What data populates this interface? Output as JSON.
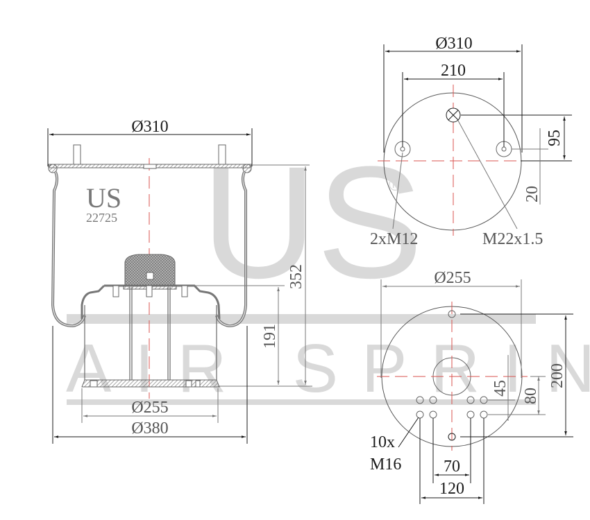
{
  "watermark": {
    "brand": "US",
    "subtitle": "AIR SPRING",
    "registered_mark": "®",
    "color": "#d9d9d9"
  },
  "part_label": {
    "brand": "US",
    "part_number": "22725"
  },
  "side_view": {
    "top_diameter": "Ø310",
    "height_total": "352",
    "piston_height": "191",
    "piston_diameter": "Ø255",
    "base_diameter": "Ø380"
  },
  "top_plate_view": {
    "outer_diameter": "Ø310",
    "bolt_spacing": "210",
    "air_inlet_offset": "95",
    "bolt_offset": "20",
    "bolt_callout": "2xM12",
    "air_inlet_callout": "M22x1.5"
  },
  "bottom_piston_view": {
    "outer_diameter": "Ø255",
    "hole_span_vertical": "200",
    "row_offset_1": "45",
    "row_offset_2": "80",
    "hole_count": "10x",
    "hole_thread": "M16",
    "inner_spacing": "70",
    "outer_spacing": "120"
  },
  "colors": {
    "centerline": "#d9534f",
    "dimension": "#1a1a1a",
    "outline": "#666666"
  }
}
